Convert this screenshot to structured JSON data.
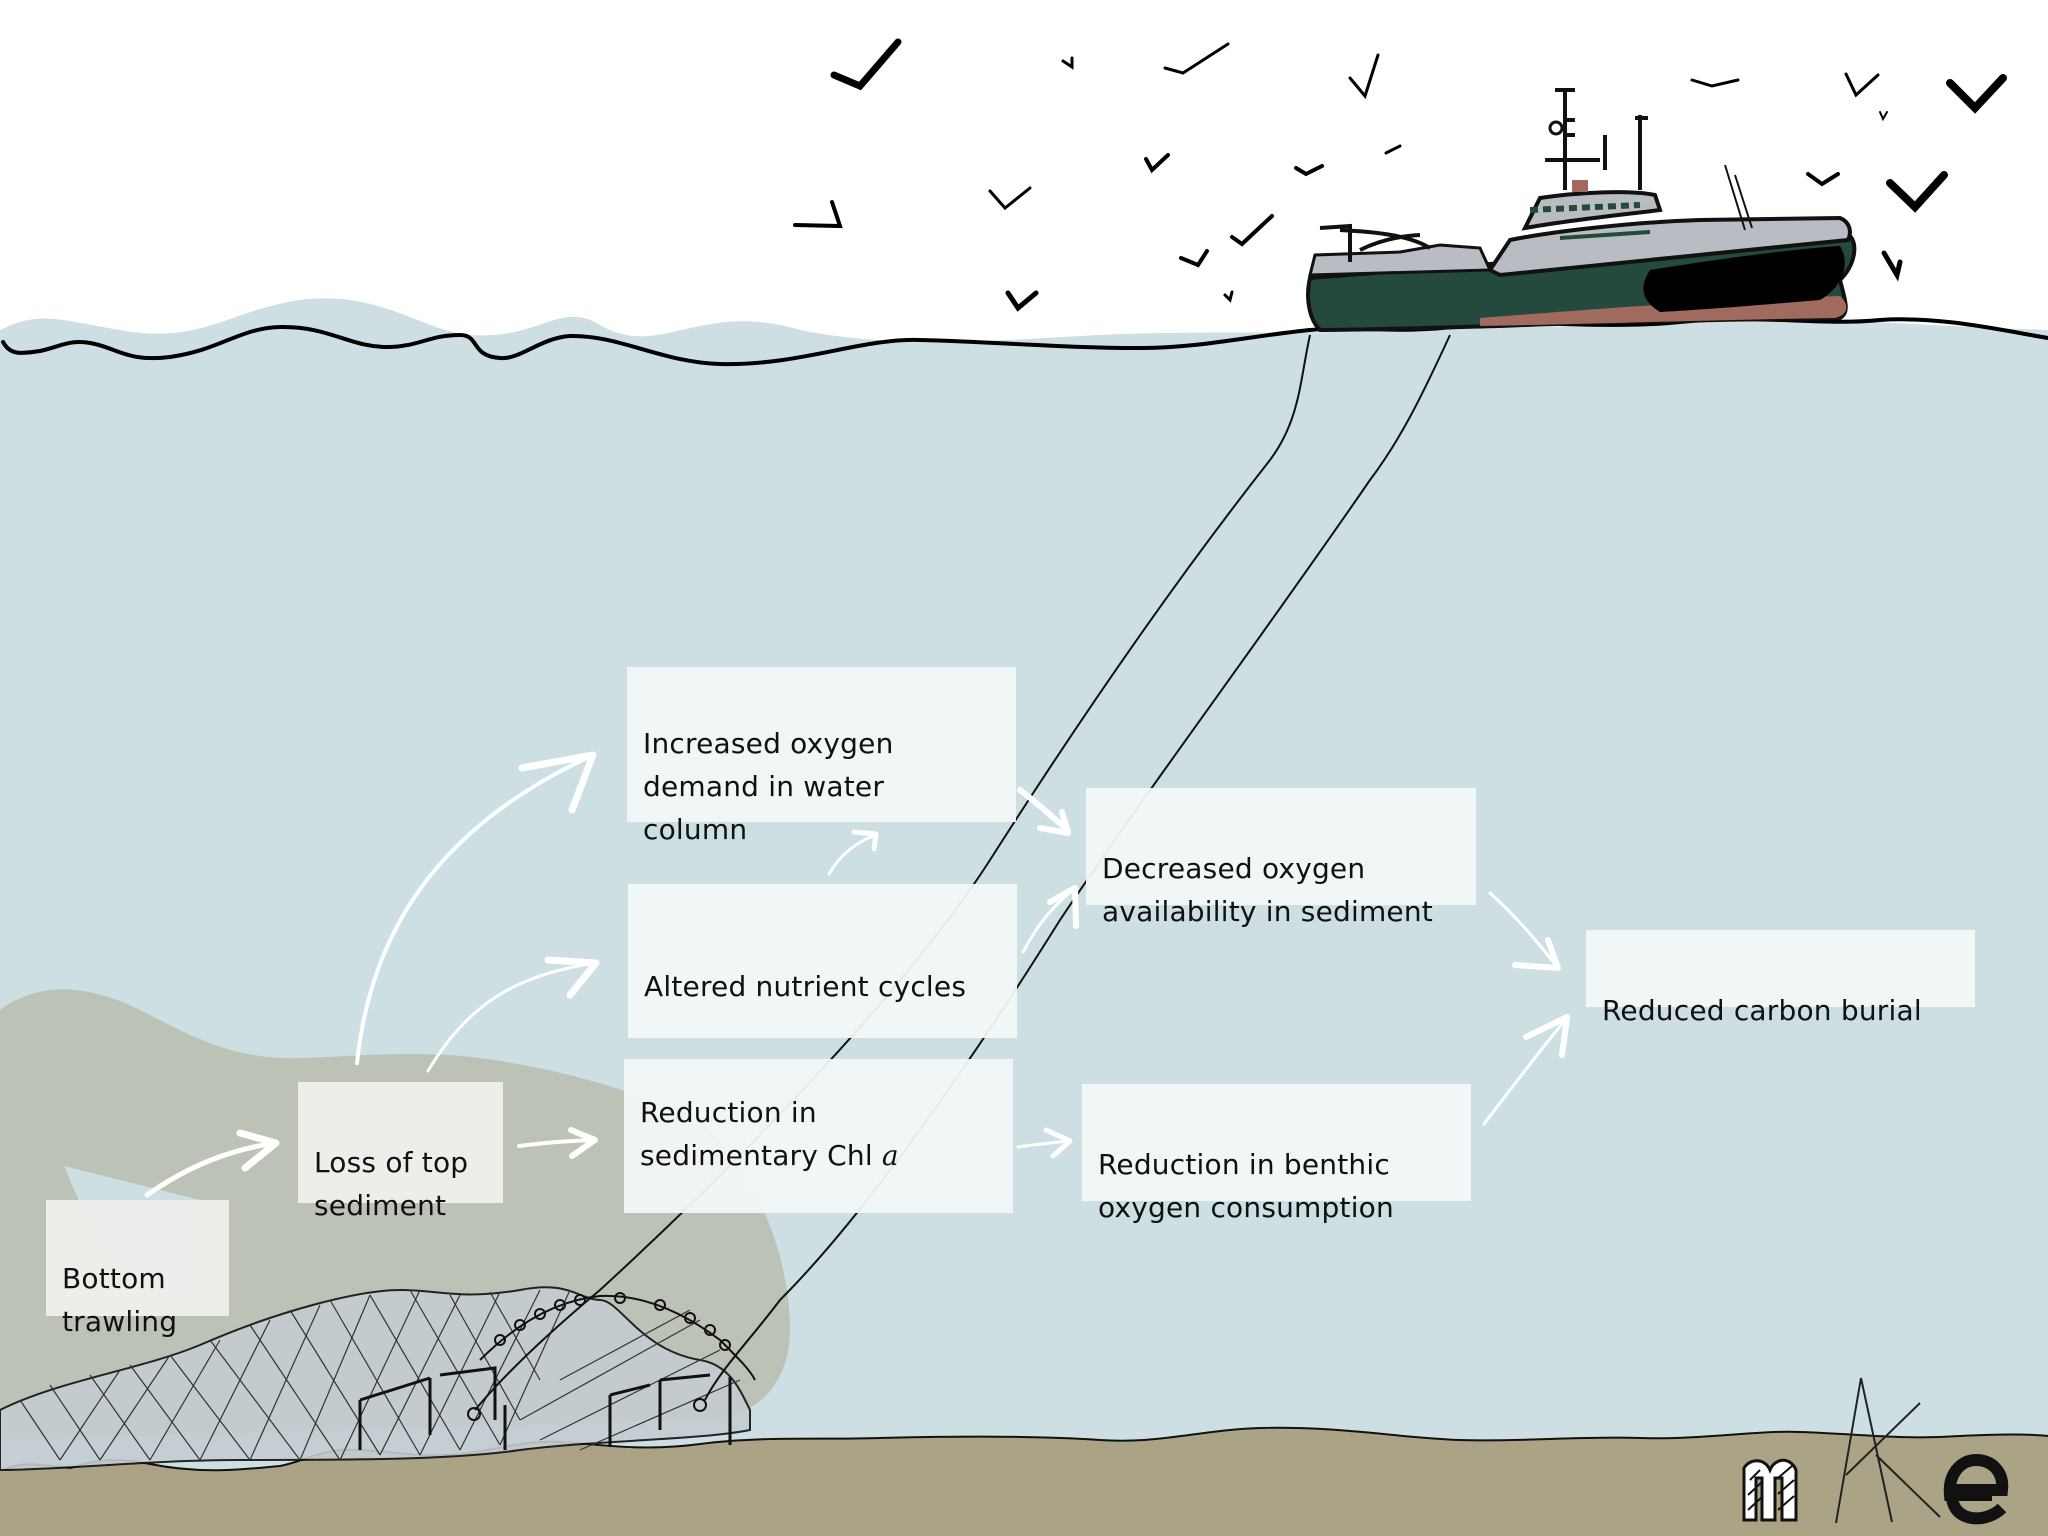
{
  "diagram": {
    "title": "Impacts of bottom trawling on sediment carbon",
    "colors": {
      "sky": "#ffffff",
      "water": "#cddfe3",
      "sediment_plume": "#bcc2b6",
      "seabed": "#aba386",
      "box_fill": "#f3f8f8",
      "arrow": "#ffffff",
      "ink": "#111111",
      "hull_green": "#234a3c",
      "hull_red": "#a06a5e",
      "ship_grey": "#b9bcc3"
    },
    "nodes": [
      {
        "id": "bottom-trawling",
        "label": "Bottom\ntrawling"
      },
      {
        "id": "loss-top-sediment",
        "label": "Loss of top\nsediment"
      },
      {
        "id": "increased-oxygen-demand",
        "label": "Increased oxygen\ndemand in water\ncolumn"
      },
      {
        "id": "altered-nutrient-cycles",
        "label": "Altered nutrient cycles"
      },
      {
        "id": "reduction-sedimentary-chl",
        "label_main": "Reduction in\nsedimentary Chl ",
        "label_italic": "a"
      },
      {
        "id": "decreased-oxygen-availability",
        "label": "Decreased oxygen\navailability in sediment"
      },
      {
        "id": "reduction-benthic-oxygen",
        "label": "Reduction in benthic\noxygen consumption"
      },
      {
        "id": "reduced-carbon-burial",
        "label": "Reduced carbon burial"
      }
    ],
    "edges": [
      {
        "from": "bottom-trawling",
        "to": "loss-top-sediment"
      },
      {
        "from": "loss-top-sediment",
        "to": "increased-oxygen-demand"
      },
      {
        "from": "loss-top-sediment",
        "to": "altered-nutrient-cycles"
      },
      {
        "from": "loss-top-sediment",
        "to": "reduction-sedimentary-chl"
      },
      {
        "from": "altered-nutrient-cycles",
        "to": "increased-oxygen-demand"
      },
      {
        "from": "increased-oxygen-demand",
        "to": "decreased-oxygen-availability"
      },
      {
        "from": "altered-nutrient-cycles",
        "to": "decreased-oxygen-availability"
      },
      {
        "from": "reduction-sedimentary-chl",
        "to": "reduction-benthic-oxygen"
      },
      {
        "from": "decreased-oxygen-availability",
        "to": "reduced-carbon-burial"
      },
      {
        "from": "reduction-benthic-oxygen",
        "to": "reduced-carbon-burial"
      }
    ],
    "illustration": {
      "ship": "trawler-vessel",
      "net": "bottom-trawl-net",
      "birds": "seagull-flock",
      "signature": "mAe"
    }
  }
}
